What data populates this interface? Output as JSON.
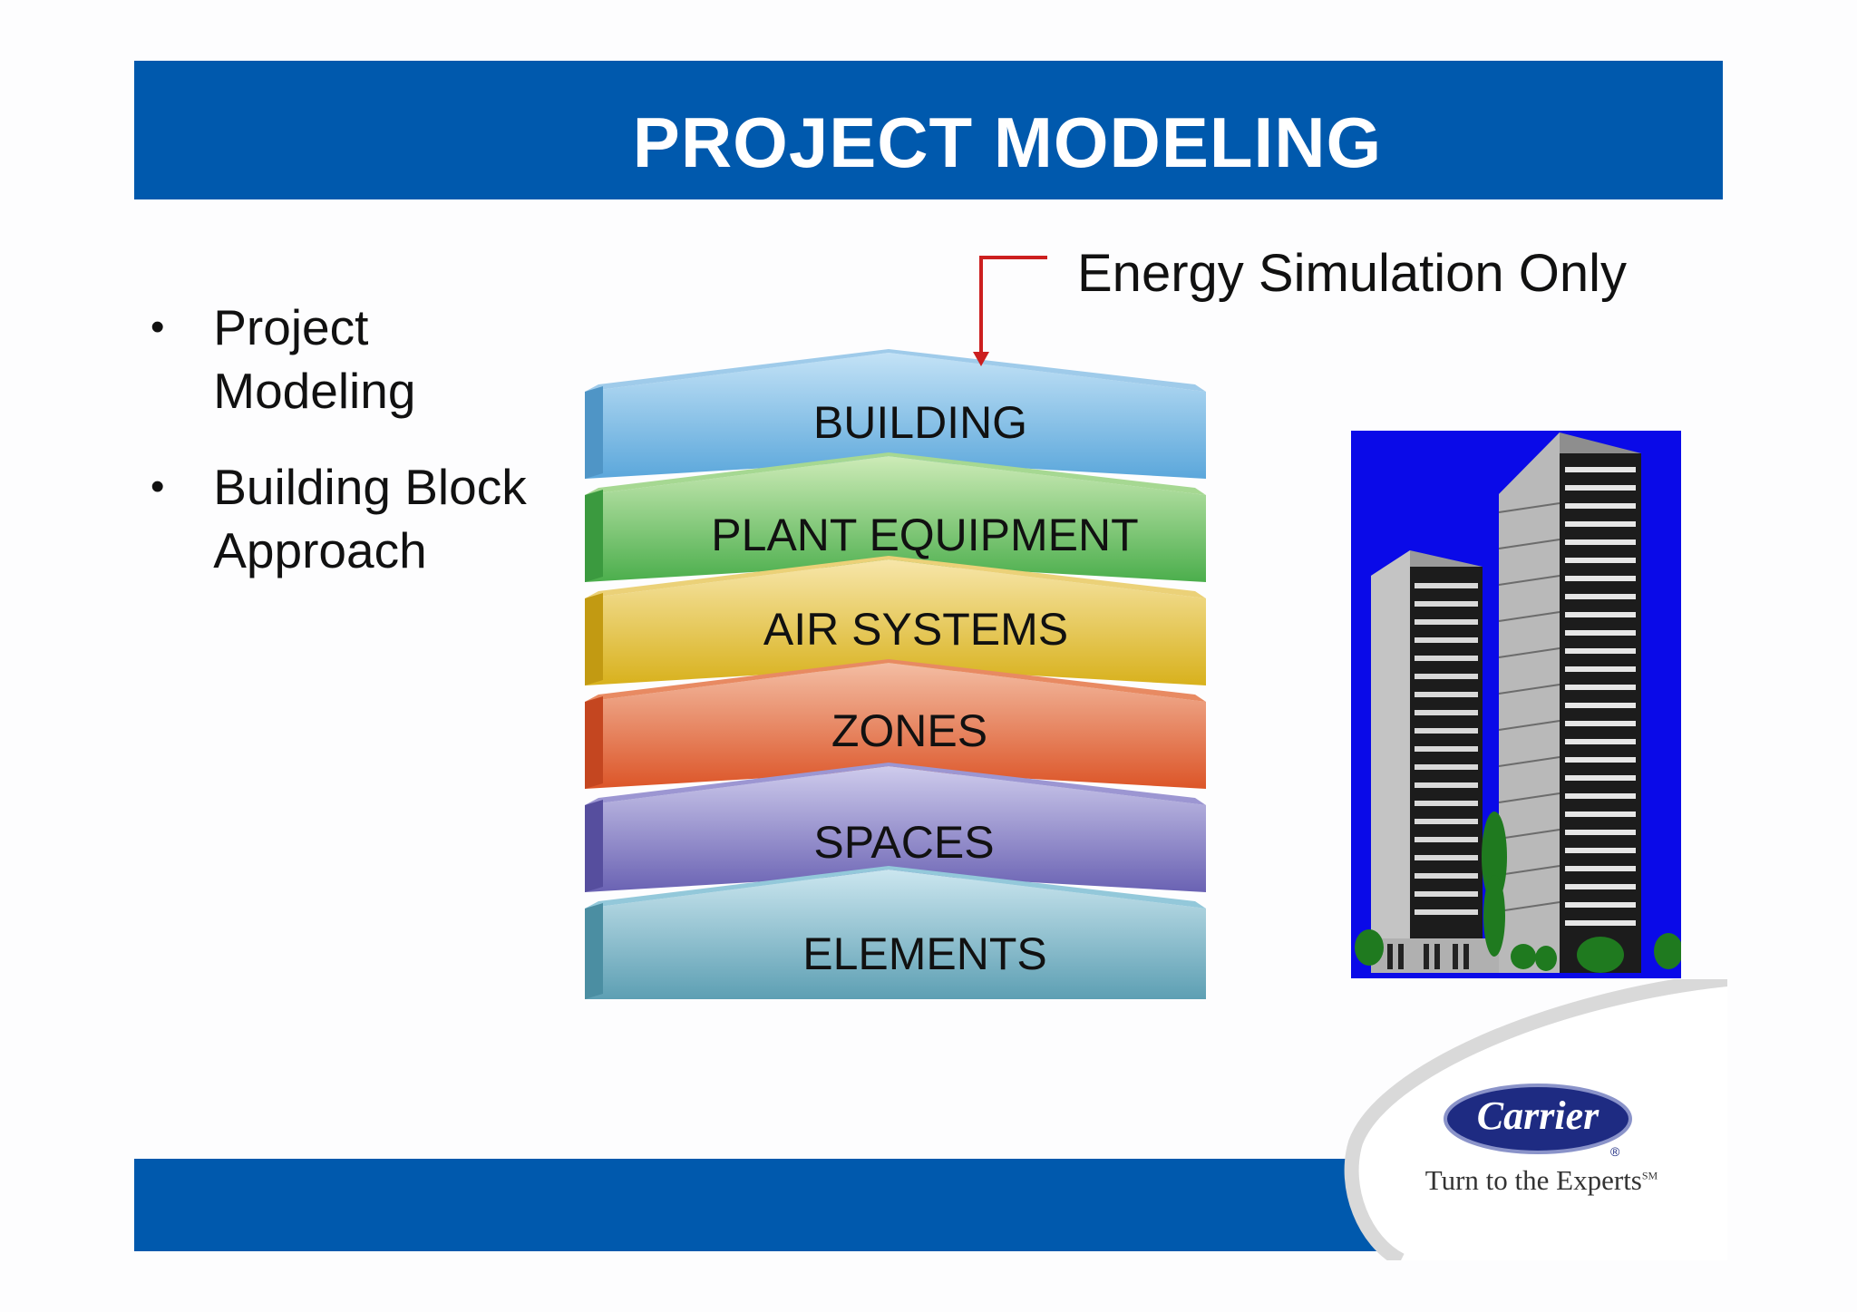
{
  "slide": {
    "title": "PROJECT MODELING",
    "bullets": [
      "Project Modeling",
      "Building Block Approach"
    ],
    "callout": "Energy Simulation Only",
    "layers": [
      {
        "label": "BUILDING",
        "color_top": "#b9dcf2",
        "color_bottom": "#5aa8dc"
      },
      {
        "label": "PLANT EQUIPMENT",
        "color_top": "#c7e7b0",
        "color_bottom": "#4fb04f"
      },
      {
        "label": "AIR SYSTEMS",
        "color_top": "#f6e4a6",
        "color_bottom": "#d9b420"
      },
      {
        "label": "ZONES",
        "color_top": "#f2b9a0",
        "color_bottom": "#dc5a2a"
      },
      {
        "label": "SPACES",
        "color_top": "#c9c6ea",
        "color_bottom": "#6c64b4"
      },
      {
        "label": "ELEMENTS",
        "color_top": "#c3e1ec",
        "color_bottom": "#5fa3b6"
      }
    ],
    "accent_color": "#0059ad",
    "arrow_color": "#cc1f1f"
  },
  "logo": {
    "name": "Carrier",
    "tagline": "Turn to the Experts",
    "trademark": "SM",
    "registered": "®"
  }
}
